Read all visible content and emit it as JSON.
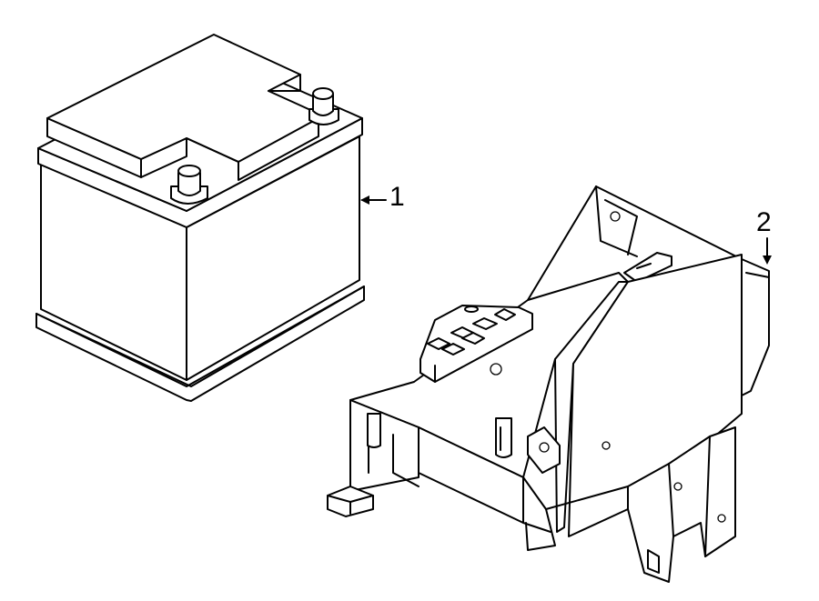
{
  "diagram": {
    "callouts": [
      {
        "id": "1",
        "label": "1",
        "part": "battery"
      },
      {
        "id": "2",
        "label": "2",
        "part": "battery-tray"
      }
    ]
  },
  "colors": {
    "line": "#000000",
    "background": "#ffffff"
  }
}
